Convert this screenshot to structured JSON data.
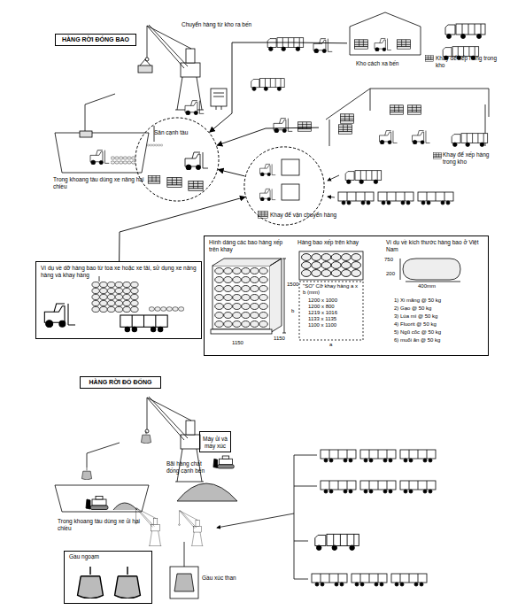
{
  "diagram": {
    "nodes": [
      {
        "text": [
          "HÀNG RỜI ĐÓNG BAO"
        ]
      },
      {
        "text": [
          "Kho cách xa bến",
          "Khay để xếp hàng trong kho"
        ]
      },
      {
        "text": [
          "Sân cạnh tàu"
        ]
      },
      {
        "text": [
          "Trong khoang tàu dùng xe nâng hai chiều"
        ]
      },
      {
        "text": [
          "Khay để vận chuyển hàng"
        ]
      },
      {
        "text": [
          "Khay để xếp hàng trong kho"
        ]
      },
      {
        "text": [
          "Ví dụ về dỡ hàng bao từ toa xe hoặc xe tải, sử dụng xe nâng hàng và khay hàng"
        ]
      },
      {
        "text": [
          "Hình dáng các bao hàng xếp trên khay",
          "Hàng bao xếp trên khay",
          "Ví dụ về kích thước hàng bao ở Việt Nam"
        ]
      },
      {
        "text": [
          "HÀNG RỜI ĐỔ ĐỐNG"
        ]
      },
      {
        "text": [
          "Máy ủi và máy xúc"
        ]
      },
      {
        "text": [
          "Bãi hàng chất đống cạnh bến"
        ]
      },
      {
        "text": [
          "Trong khoang tàu dùng xe ủi hai chiều"
        ]
      },
      {
        "text": [
          "Gầu ngoạm"
        ]
      },
      {
        "text": [
          "Gầu xúc than"
        ]
      }
    ],
    "edges": [
      {
        "from": 1,
        "to": 2,
        "label": "Chuyển hàng từ kho ra bến",
        "arrow": "to"
      },
      {
        "from": 5,
        "to": 2,
        "arrow": "to"
      },
      {
        "from": 4,
        "to": 2,
        "arrow": "to"
      },
      {
        "from": 6,
        "to": 4,
        "arrow": "to"
      }
    ],
    "labels": [
      "1500",
      "1150",
      "1150",
      "b",
      "a",
      "\"SO\" Cỡ khay hàng a x b (mm)",
      "1200 x 1000",
      "1200 x 800",
      "1219 x 1016",
      "1133 x 1135",
      "1100 x 1100",
      "750",
      "200",
      "400mm",
      "1) Xi măng @ 50 kg",
      "2) Gạo @ 50 kg",
      "3) Lúa mì @ 50 kg",
      "4) Fluorit @ 50 kg",
      "5) Ngũ cốc @ 50 kg",
      "6) muối ăn @ 50 kg"
    ]
  }
}
